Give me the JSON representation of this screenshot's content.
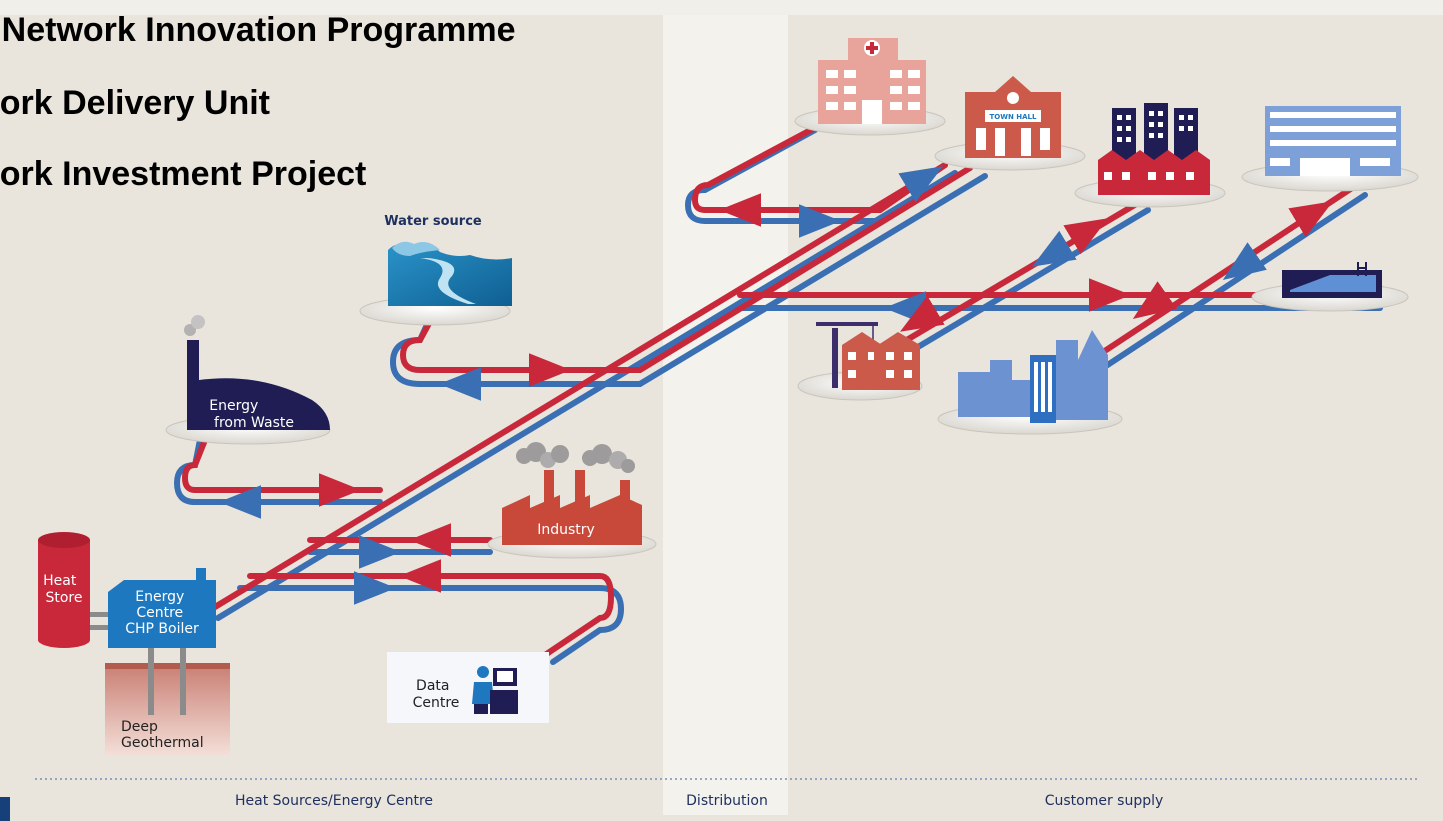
{
  "headings": {
    "line1": "at Network Innovation Programme",
    "line2": "twork Delivery Unit",
    "line3": "twork Investment Project"
  },
  "labels": {
    "water_source": "Water source",
    "energy_from_waste": [
      "Energy",
      "from Waste"
    ],
    "industry": "Industry",
    "heat_store": [
      "Heat",
      "Store"
    ],
    "energy_centre": [
      "Energy",
      "Centre",
      "CHP Boiler"
    ],
    "deep_geothermal": [
      "Deep",
      "Geothermal"
    ],
    "data_centre": [
      "Data",
      "Centre"
    ],
    "town_hall": "TOWN HALL"
  },
  "zones": {
    "heat_sources": "Heat Sources/Energy Centre",
    "distribution": "Distribution",
    "customer_supply": "Customer supply"
  },
  "colors": {
    "background": "#e9e5dc",
    "distribution_band": "#f4f2ec",
    "supply_pipe": "#c8283a",
    "return_pipe": "#3a6fb3",
    "navy": "#1f1d54",
    "brick": "#cc5a4a",
    "accent_blue": "#1e78c0"
  },
  "icons": [
    "hospital-icon",
    "town-hall-icon",
    "apartment-blocks-icon",
    "office-building-icon",
    "swimming-pool-icon",
    "housing-construction-icon",
    "city-skyline-icon",
    "water-source-icon",
    "energy-from-waste-icon",
    "industry-icon",
    "heat-store-icon",
    "energy-centre-icon",
    "data-centre-icon",
    "deep-geothermal-icon"
  ]
}
